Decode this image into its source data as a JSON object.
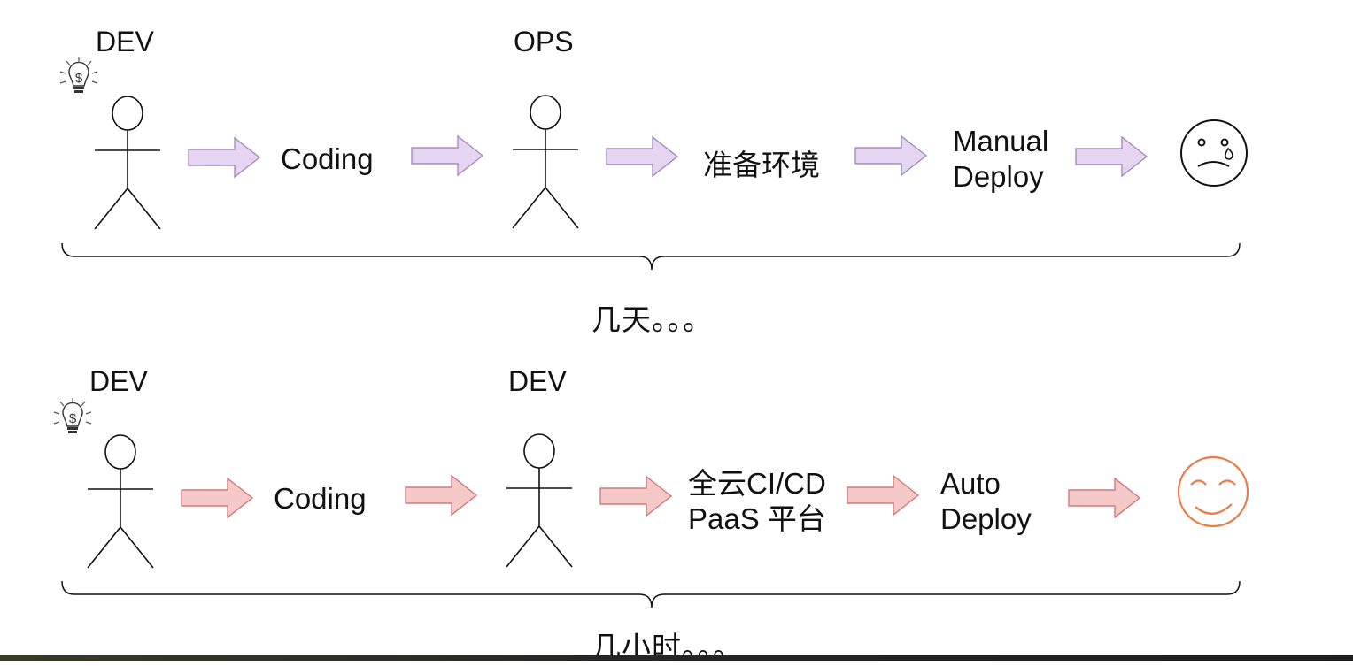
{
  "colors": {
    "line": "#111111",
    "arrow_before_fill": "#e6d5f0",
    "arrow_before_stroke": "#a58cc0",
    "arrow_after_fill": "#f6c9c9",
    "arrow_after_stroke": "#cf7a7a",
    "sad_face": "#111111",
    "happy_face": "#ea7a48"
  },
  "flow_before": {
    "actor1_label": "DEV",
    "actor2_label": "OPS",
    "step1": "Coding",
    "step2": "准备环境",
    "step3_line1": "Manual",
    "step3_line2": "Deploy",
    "result_icon": "crying-face-icon",
    "duration": "几天。。。"
  },
  "flow_after": {
    "actor1_label": "DEV",
    "actor2_label": "DEV",
    "step1": "Coding",
    "step2_line1": "全云CI/CD",
    "step2_line2": "PaaS 平台",
    "step3_line1": "Auto",
    "step3_line2": "Deploy",
    "result_icon": "smiling-face-icon",
    "duration": "几小时。。。"
  },
  "icons": [
    "lightbulb-dollar-icon",
    "stick-figure-icon",
    "arrow-right-icon",
    "crying-face-icon",
    "smiling-face-icon",
    "curly-brace-icon"
  ]
}
